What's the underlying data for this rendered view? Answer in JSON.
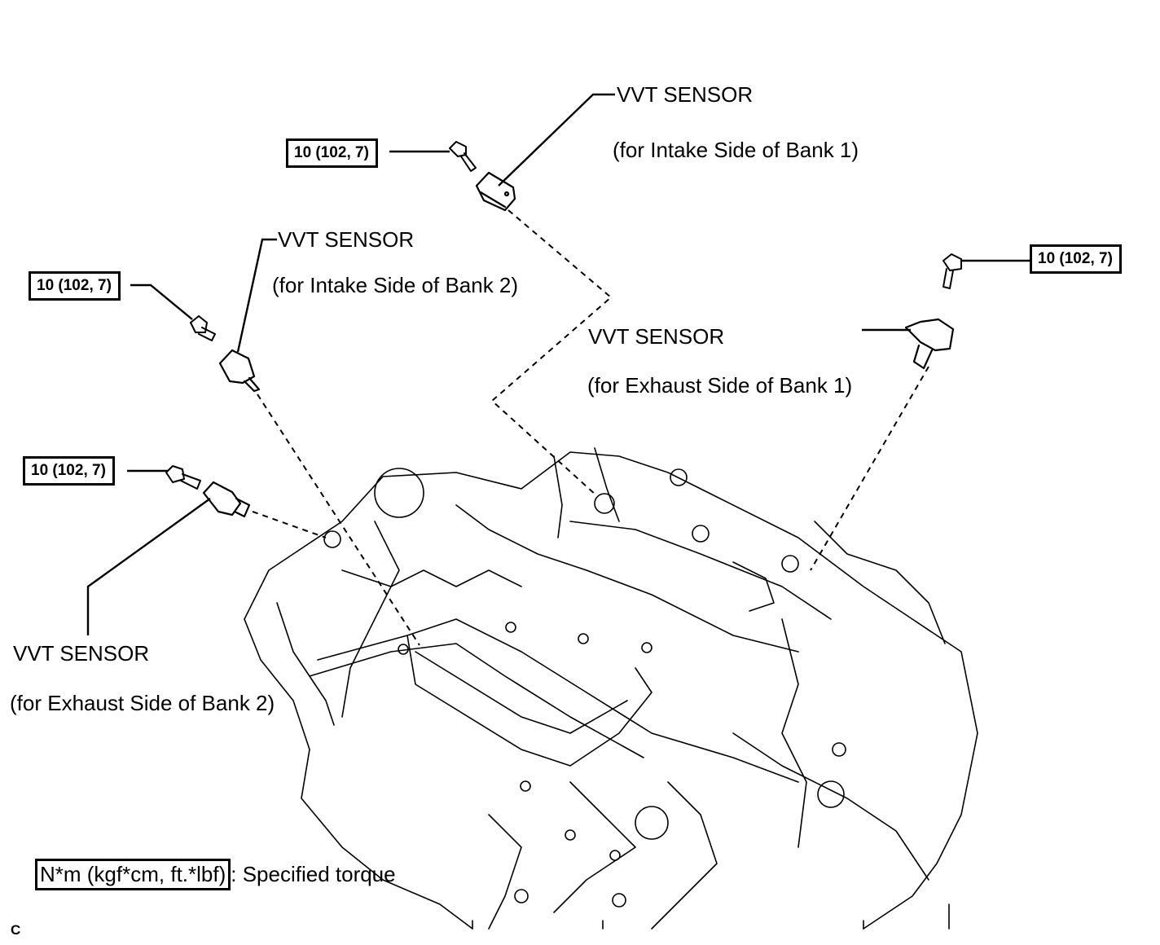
{
  "sensors": [
    {
      "name": "VVT SENSOR",
      "location": "(for Intake Side of Bank 1)"
    },
    {
      "name": "VVT SENSOR",
      "location": "(for Intake Side of Bank 2)"
    },
    {
      "name": "VVT SENSOR",
      "location": "(for Exhaust Side of Bank 1)"
    },
    {
      "name": "VVT SENSOR",
      "location": "(for Exhaust Side of Bank 2)"
    }
  ],
  "torques": [
    "10 (102, 7)",
    "10 (102, 7)",
    "10 (102, 7)",
    "10 (102, 7)"
  ],
  "legend": {
    "unit_box": "N*m (kgf*cm, ft.*lbf)",
    "description": ": Specified torque"
  },
  "corner_mark": "C"
}
